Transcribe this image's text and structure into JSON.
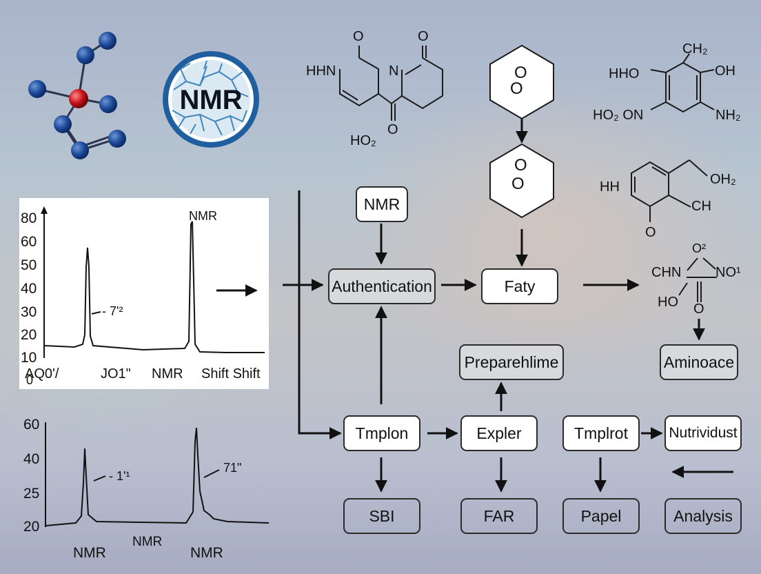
{
  "logo": {
    "text": "NMR"
  },
  "structures": {
    "s1": {
      "hhn": "HHN",
      "o1": "O",
      "n": "N",
      "o2": "O",
      "o3": "O",
      "ho2": "HO₂"
    },
    "hex1": {
      "text1": "O",
      "text2": "O"
    },
    "hex2": {
      "text1": "O",
      "text2": "O"
    },
    "s3": {
      "ch2": "CH₂",
      "hho": "HHO",
      "oh": "OH",
      "ho2on": "HO₂ ON",
      "nh2": "NH₂"
    },
    "s4": {
      "hh": "HH",
      "oh2": "OH₂",
      "ch": "CH",
      "o": "O"
    },
    "s5": {
      "o2": "O²",
      "chn": "CHN",
      "no1": "NO¹",
      "ho": "HO",
      "o": "O"
    }
  },
  "flow": {
    "nmr": "NMR",
    "authentication": "Authentication",
    "faty": "Faty",
    "aminoace": "Aminoace",
    "preparehlime": "Preparehlime",
    "tmplon": "Tmplon",
    "expler": "Expler",
    "tmplrot": "Tmplrot",
    "nutrividust": "Nutrividust",
    "sbi": "SBI",
    "far": "FAR",
    "papel": "Papel",
    "analysis": "Analysis"
  },
  "chart_data": [
    {
      "type": "line",
      "title": "",
      "y_ticks": [
        "80",
        "60",
        "50",
        "40",
        "30",
        "20",
        "10",
        "0"
      ],
      "x_labels": [
        "AQ0'/",
        "JO1\"",
        "NMR",
        "Shift Shift"
      ],
      "peak_label": "NMR",
      "annotation": "- 7'²",
      "peaks": [
        {
          "position": "left",
          "height": 55
        },
        {
          "position": "right",
          "height": 76
        }
      ]
    },
    {
      "type": "line",
      "title": "",
      "y_ticks": [
        "60",
        "40",
        "25",
        "20"
      ],
      "x_labels": [
        "NMR",
        "NMR",
        "NMR"
      ],
      "annotation_left": "- 1'¹",
      "annotation_right": "71\"",
      "peaks": [
        {
          "position": "left",
          "height": 46
        },
        {
          "position": "right",
          "height": 58
        }
      ]
    }
  ]
}
